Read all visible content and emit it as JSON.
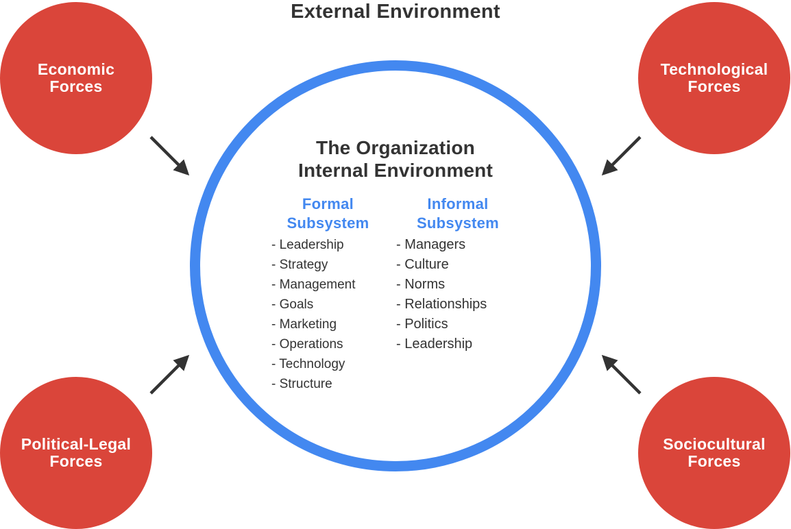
{
  "title": "External Environment",
  "colors": {
    "force_fill": "#DA453A",
    "ring_stroke": "#4388F0",
    "heading_blue": "#4388F0",
    "arrow": "#333333",
    "text": "#333333"
  },
  "forces": {
    "economic": {
      "line1": "Economic",
      "line2": "Forces"
    },
    "technological": {
      "line1": "Technological",
      "line2": "Forces"
    },
    "political_legal": {
      "line1": "Political-Legal",
      "line2": "Forces"
    },
    "sociocultural": {
      "line1": "Sociocultural",
      "line2": "Forces"
    }
  },
  "organization": {
    "title_line1": "The Organization",
    "title_line2": "Internal Environment",
    "formal": {
      "heading_line1": "Formal",
      "heading_line2": "Subsystem",
      "items": [
        "- Leadership",
        "- Strategy",
        "- Management",
        "- Goals",
        "- Marketing",
        "- Operations",
        "- Technology",
        "- Structure"
      ]
    },
    "informal": {
      "heading_line1": "Informal",
      "heading_line2": "Subsystem",
      "items": [
        "- Managers",
        "- Culture",
        "- Norms",
        "- Relationships",
        "- Politics",
        "- Leadership"
      ]
    }
  },
  "arrows": [
    {
      "from": "economic",
      "to": "organization"
    },
    {
      "from": "technological",
      "to": "organization"
    },
    {
      "from": "political_legal",
      "to": "organization"
    },
    {
      "from": "sociocultural",
      "to": "organization"
    }
  ]
}
